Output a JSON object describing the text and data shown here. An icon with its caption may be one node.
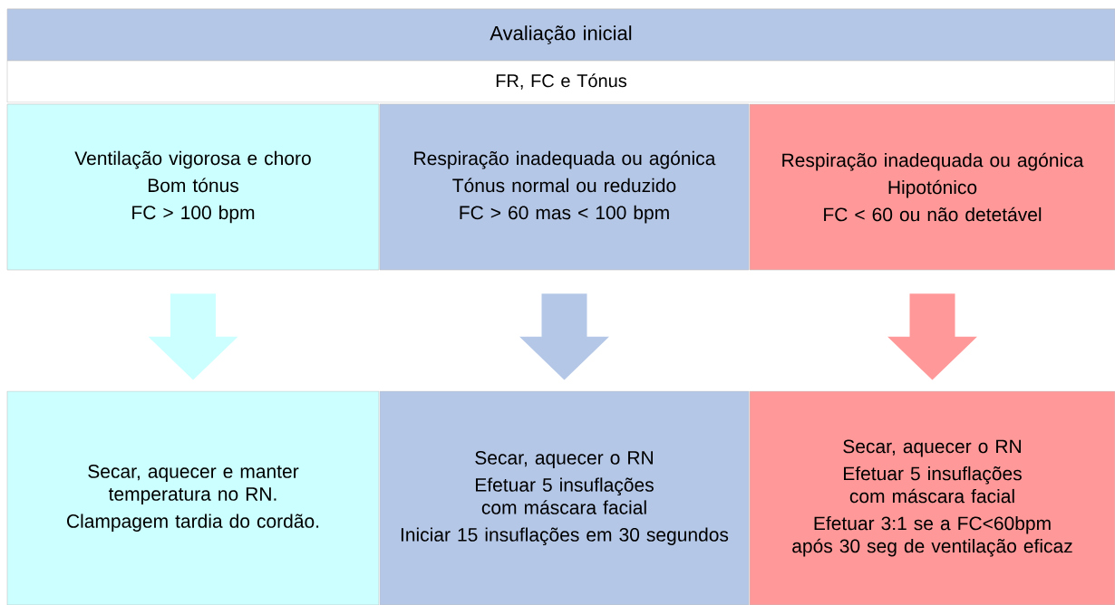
{
  "diagram": {
    "nodes": [
      {
        "text": [
          "Avaliação inicial"
        ]
      },
      {
        "text": [
          "FR, FC e Tónus"
        ]
      },
      {
        "text": [
          "Ventilação vigorosa e choro",
          "Bom tónus",
          "FC > 100 bpm"
        ]
      },
      {
        "text": [
          "Respiração inadequada ou agónica",
          "Tónus normal ou reduzido",
          "FC > 60 mas < 100 bpm"
        ]
      },
      {
        "text": [
          "Respiração inadequada ou agónica",
          "Hipotónico",
          "FC < 60 ou não detetável"
        ]
      },
      {
        "text": [
          "Secar, aquecer e manter temperatura no RN.",
          "Clampagem tardia do cordão."
        ]
      },
      {
        "text": [
          "Secar, aquecer o RN",
          "Efetuar 5 insuflações com máscara facial",
          "Iniciar 15 insuflações em 30 segundos"
        ]
      },
      {
        "text": [
          "Secar, aquecer o RN",
          "Efetuar 5 insuflações com máscara facial",
          "Efetuar 3:1 se a FC<60bpm após 30 seg de ventilação eficaz"
        ]
      }
    ],
    "edges": [
      {
        "from": 2,
        "to": 5,
        "arrow": "to",
        "color": "#ccffff"
      },
      {
        "from": 3,
        "to": 6,
        "arrow": "to",
        "color": "#b4c7e7"
      },
      {
        "from": 4,
        "to": 7,
        "arrow": "to",
        "color": "#ff9999"
      }
    ]
  }
}
